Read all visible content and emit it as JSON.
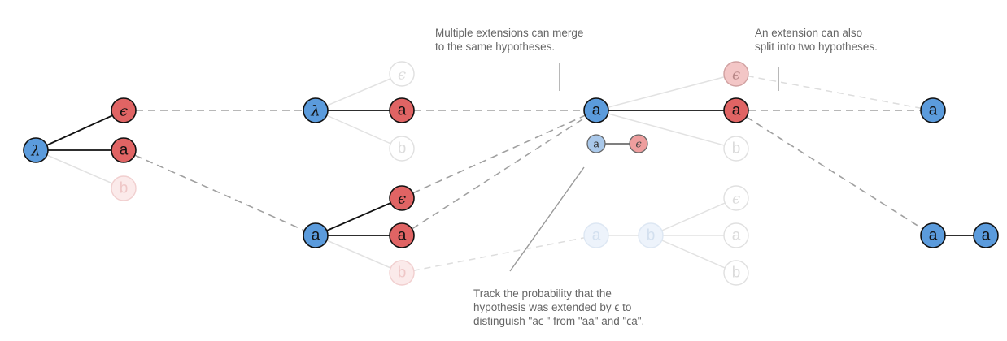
{
  "annotations": {
    "merge": {
      "line1": "Multiple extensions can merge",
      "line2": "to the same hypotheses."
    },
    "split": {
      "line1": "An extension can also",
      "line2": "split into two hypotheses."
    },
    "track": {
      "line1": "Track the probability that the",
      "line2": "hypothesis was extended by ϵ to",
      "line3": "distinguish \"aϵ \" from \"aa\" and \"ϵa\"."
    }
  },
  "symbols": {
    "lambda": "λ",
    "epsilon": "ϵ",
    "a": "a",
    "b": "b"
  },
  "colors": {
    "blue": "#5b9bdc",
    "red": "#e06464",
    "blue_faint": "#edf3fb",
    "red_faint": "#fbeaea",
    "edge_solid": "#111111",
    "edge_dashed": "#9e9e9e",
    "edge_faint": "#e4e4e4"
  }
}
